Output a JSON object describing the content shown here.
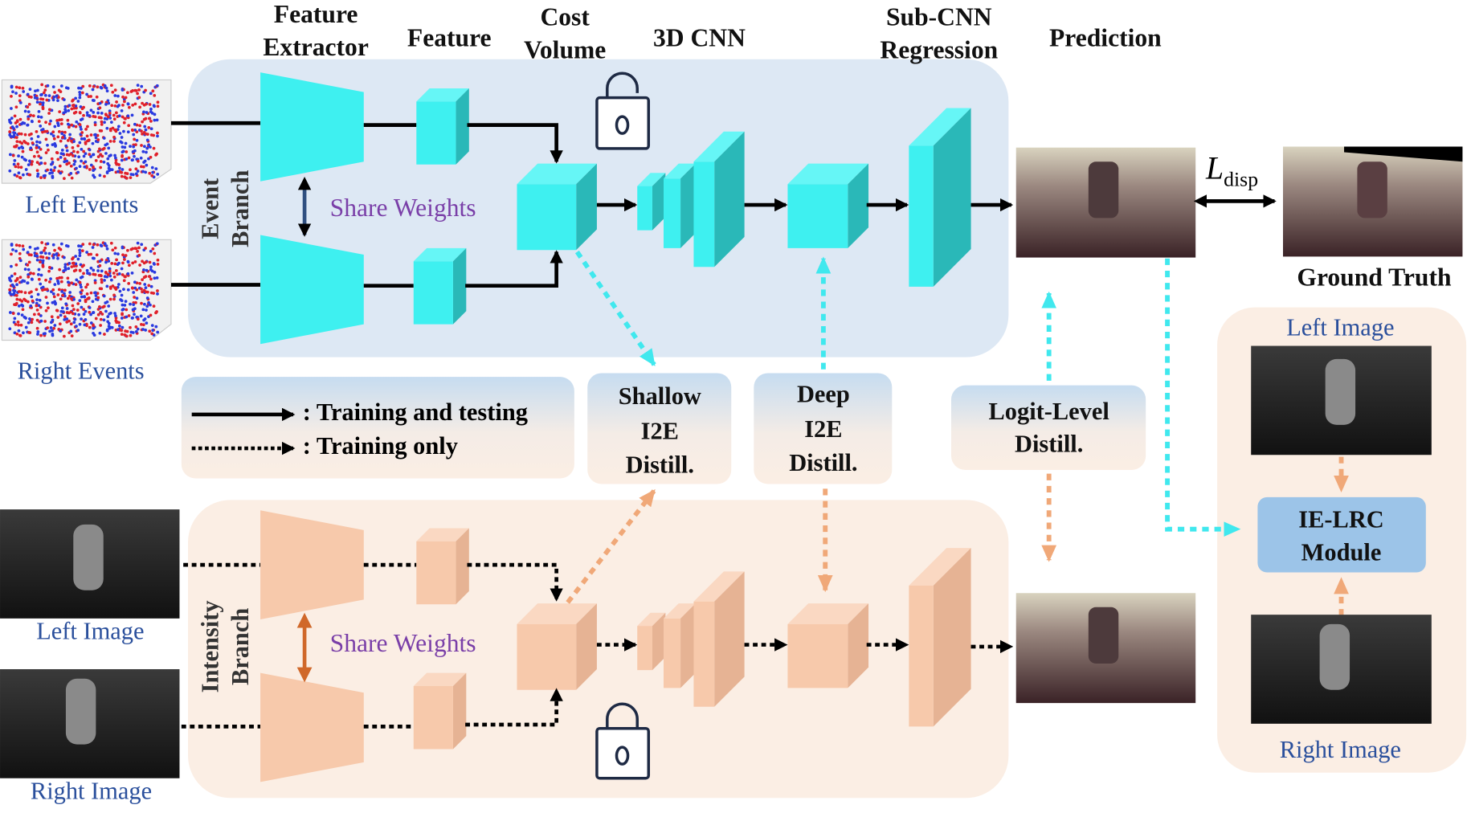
{
  "headers": {
    "feature_extractor": [
      "Feature",
      "Extractor"
    ],
    "feature": "Feature",
    "cost_volume": [
      "Cost",
      "Volume"
    ],
    "cnn3d": "3D CNN",
    "sub_cnn": [
      "Sub-CNN",
      "Regression"
    ],
    "prediction": "Prediction"
  },
  "inputs": {
    "left_events": "Left Events",
    "right_events": "Right Events",
    "left_image": "Left Image",
    "right_image": "Right Image"
  },
  "event_branch": [
    "Event",
    "Branch"
  ],
  "intensity_branch": [
    "Intensity",
    "Branch"
  ],
  "share_weights": "Share Weights",
  "legend": {
    "solid": ": Training and testing",
    "dotted": ": Training only"
  },
  "distill": {
    "shallow": [
      "Shallow",
      "I2E",
      "Distill."
    ],
    "deep": [
      "Deep",
      "I2E",
      "Distill."
    ],
    "logit": [
      "Logit-Level",
      "Distill."
    ]
  },
  "loss": {
    "symbol": "L",
    "subscript": "disp"
  },
  "ground_truth": "Ground Truth",
  "ie_lrc": {
    "left_image": "Left Image",
    "right_image": "Right Image",
    "module": [
      "IE-LRC",
      "Module"
    ]
  },
  "colors": {
    "event": "#3ef0f0",
    "event_dark": "#2ab8b8",
    "intensity": "#f7c9ab",
    "intensity_dark": "#e6b394",
    "event_panel": "#dde8f4",
    "intensity_panel": "#fbeee4",
    "module": "#9cc4e8",
    "orange_arrow": "#f0a878",
    "cyan_arrow": "#40e8ee"
  }
}
